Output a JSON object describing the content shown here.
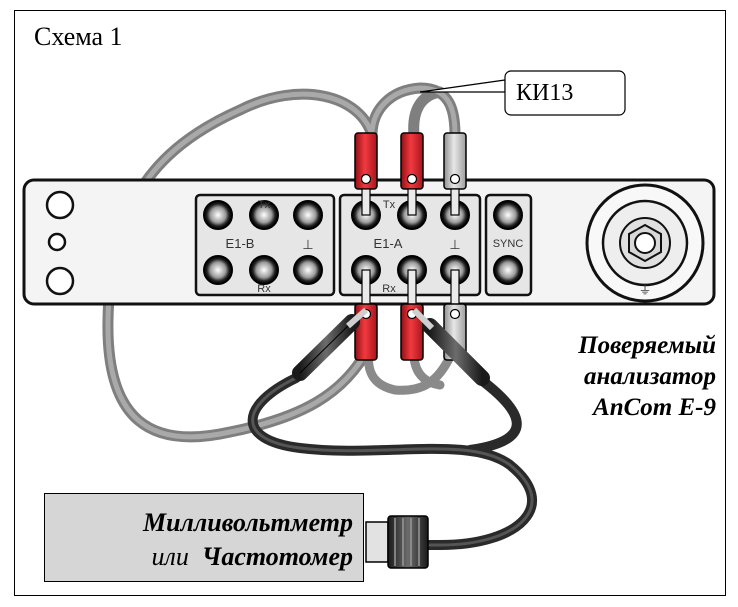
{
  "diagram": {
    "title": "Схема 1",
    "cable_label": "КИ13",
    "device_under_test": {
      "line1": "Поверяемый",
      "line2": "анализатор",
      "line3": "AnCom E-9"
    },
    "meter": {
      "line1": "Милливольтметр",
      "line2_prefix": "или",
      "line2_name": "Частотомер"
    },
    "panel_labels": {
      "group_b": "E1-B",
      "group_a": "E1-A",
      "tx": "Tx",
      "rx": "Rx",
      "ground": "⊥",
      "sync": "SYNC",
      "earth": "⏚"
    },
    "colors": {
      "red_plug": "#e2242c",
      "grey_plug": "#c9c9c9",
      "cable_grey": "#8a8a8a",
      "cable_black": "#2b2b2b",
      "meter_fill": "#d6d6d6"
    }
  }
}
